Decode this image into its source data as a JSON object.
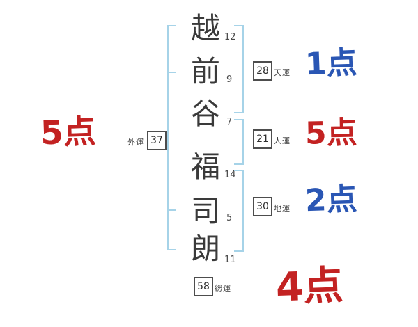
{
  "chart": {
    "title": "name-fortune-stroke-diagram",
    "characters": [
      {
        "char": "越",
        "strokes": "12"
      },
      {
        "char": "前",
        "strokes": "9"
      },
      {
        "char": "谷",
        "strokes": "7"
      },
      {
        "char": "福",
        "strokes": "14"
      },
      {
        "char": "司",
        "strokes": "5"
      },
      {
        "char": "朗",
        "strokes": "11"
      }
    ],
    "fortunes": [
      {
        "id": "heaven",
        "label": "天運",
        "value": "28"
      },
      {
        "id": "person",
        "label": "人運",
        "value": "21"
      },
      {
        "id": "earth",
        "label": "地運",
        "value": "30"
      },
      {
        "id": "outer",
        "label": "外運",
        "value": "37"
      },
      {
        "id": "total",
        "label": "総運",
        "value": "58"
      }
    ],
    "scores": [
      {
        "for": "外運",
        "text": "5点",
        "color": "red"
      },
      {
        "for": "天運",
        "text": "1点",
        "color": "blue"
      },
      {
        "for": "人運",
        "text": "5点",
        "color": "red"
      },
      {
        "for": "地運",
        "text": "2点",
        "color": "blue"
      },
      {
        "for": "総運",
        "text": "4点",
        "color": "red"
      }
    ],
    "colors": {
      "red": "#c32222",
      "blue": "#2a56b4",
      "bracket": "#a6d3e8",
      "ink": "#3a3a3a"
    }
  }
}
